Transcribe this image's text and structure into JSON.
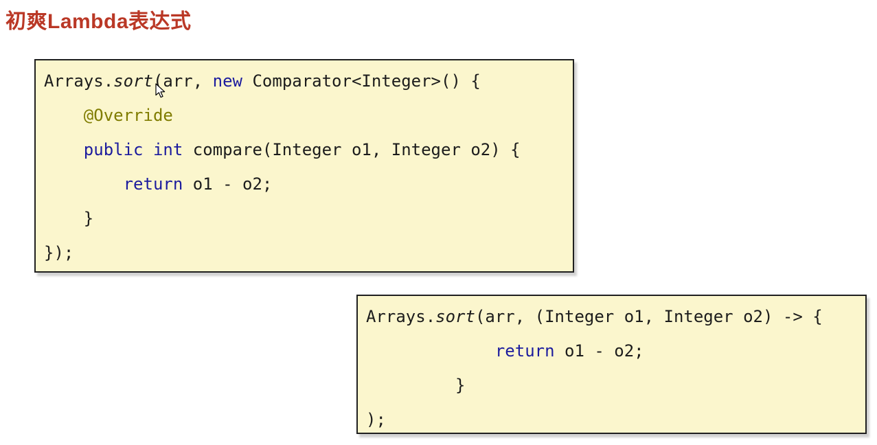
{
  "title": {
    "text": "初爽Lambda表达式"
  },
  "colors": {
    "title": "#BA3826",
    "box_bg": "#FBF6CD",
    "box_border": "#1F1F1F",
    "code": "#1C1C1C",
    "keyword": "#1C1C9E",
    "annotation": "#7F7C00"
  },
  "code_blocks": [
    {
      "name": "anonymous-inner-class-example",
      "lines": [
        [
          {
            "t": "Arrays.",
            "s": "p"
          },
          {
            "t": "sort",
            "s": "i"
          },
          {
            "t": "(arr, ",
            "s": "p"
          },
          {
            "t": "new",
            "s": "k"
          },
          {
            "t": " Comparator<Integer>() {",
            "s": "p"
          }
        ],
        [
          {
            "t": "    ",
            "s": "p"
          },
          {
            "t": "@Override",
            "s": "a"
          }
        ],
        [
          {
            "t": "    ",
            "s": "p"
          },
          {
            "t": "public",
            "s": "k"
          },
          {
            "t": " ",
            "s": "p"
          },
          {
            "t": "int",
            "s": "k"
          },
          {
            "t": " compare(Integer o1, Integer o2) {",
            "s": "p"
          }
        ],
        [
          {
            "t": "        ",
            "s": "p"
          },
          {
            "t": "return",
            "s": "k"
          },
          {
            "t": " o1 - o2;",
            "s": "p"
          }
        ],
        [
          {
            "t": "    }",
            "s": "p"
          }
        ],
        [
          {
            "t": "});",
            "s": "p"
          }
        ]
      ]
    },
    {
      "name": "lambda-expression-example",
      "lines": [
        [
          {
            "t": "Arrays.",
            "s": "p"
          },
          {
            "t": "sort",
            "s": "i"
          },
          {
            "t": "(arr, (Integer o1, Integer o2) -> {",
            "s": "p"
          }
        ],
        [
          {
            "t": "             ",
            "s": "p"
          },
          {
            "t": "return",
            "s": "k"
          },
          {
            "t": " o1 - o2;",
            "s": "p"
          }
        ],
        [
          {
            "t": "         }",
            "s": "p"
          }
        ],
        [
          {
            "t": ");",
            "s": "p"
          }
        ]
      ]
    }
  ]
}
